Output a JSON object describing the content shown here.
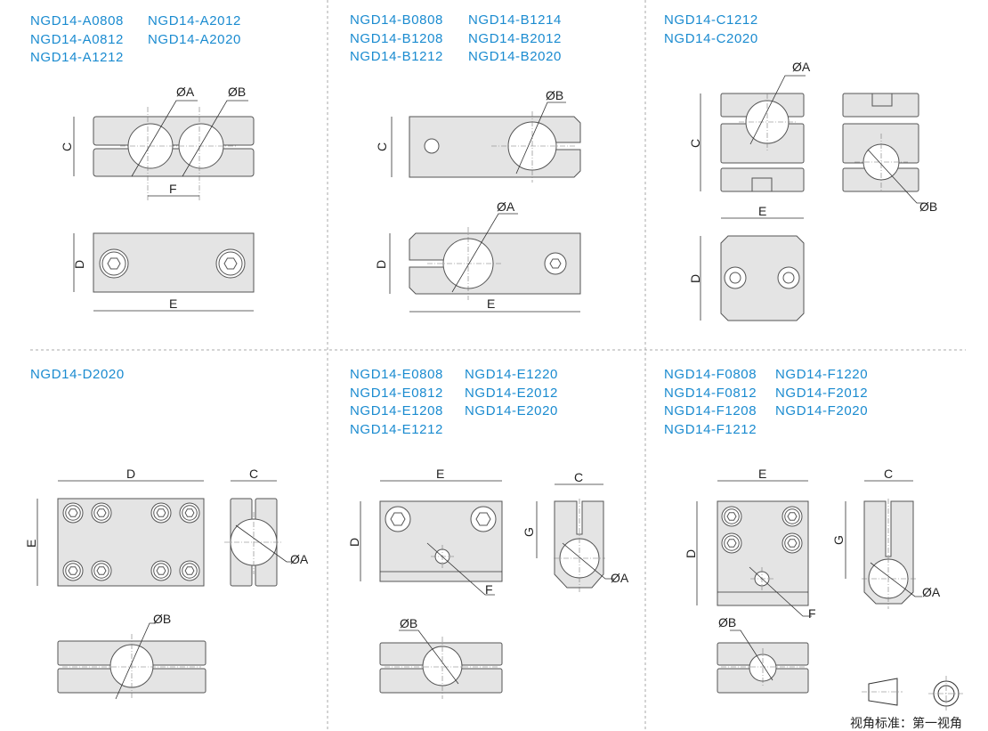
{
  "panels": [
    {
      "part_numbers": [
        "NGD14-A0808",
        "NGD14-A0812",
        "NGD14-A1212",
        "NGD14-A2012",
        "NGD14-A2020"
      ],
      "labels": {
        "A": "ØA",
        "B": "ØB",
        "C": "C",
        "D": "D",
        "E": "E",
        "F": "F"
      }
    },
    {
      "part_numbers": [
        "NGD14-B0808",
        "NGD14-B1208",
        "NGD14-B1212",
        "NGD14-B1214",
        "NGD14-B2012",
        "NGD14-B2020"
      ],
      "labels": {
        "A": "ØA",
        "B": "ØB",
        "C": "C",
        "D": "D",
        "E": "E"
      }
    },
    {
      "part_numbers": [
        "NGD14-C1212",
        "NGD14-C2020"
      ],
      "labels": {
        "A": "ØA",
        "B": "ØB",
        "C": "C",
        "D": "D",
        "E": "E"
      }
    },
    {
      "part_numbers": [
        "NGD14-D2020"
      ],
      "labels": {
        "A": "ØA",
        "B": "ØB",
        "C": "C",
        "D": "D",
        "E": "E"
      }
    },
    {
      "part_numbers": [
        "NGD14-E0808",
        "NGD14-E0812",
        "NGD14-E1208",
        "NGD14-E1212",
        "NGD14-E1220",
        "NGD14-E2012",
        "NGD14-E2020"
      ],
      "labels": {
        "A": "ØA",
        "B": "ØB",
        "C": "C",
        "D": "D",
        "E": "E",
        "F": "F",
        "G": "G"
      }
    },
    {
      "part_numbers": [
        "NGD14-F0808",
        "NGD14-F0812",
        "NGD14-F1208",
        "NGD14-F1212",
        "NGD14-F1220",
        "NGD14-F2012",
        "NGD14-F2020"
      ],
      "labels": {
        "A": "ØA",
        "B": "ØB",
        "C": "C",
        "D": "D",
        "E": "E",
        "F": "F",
        "G": "G"
      }
    }
  ],
  "legend": {
    "text": "视角标准：第一视角",
    "projection_icon": "first-angle-projection-icon"
  },
  "colors": {
    "part_number": "#1a8bd0",
    "part_fill": "#e4e4e4"
  }
}
